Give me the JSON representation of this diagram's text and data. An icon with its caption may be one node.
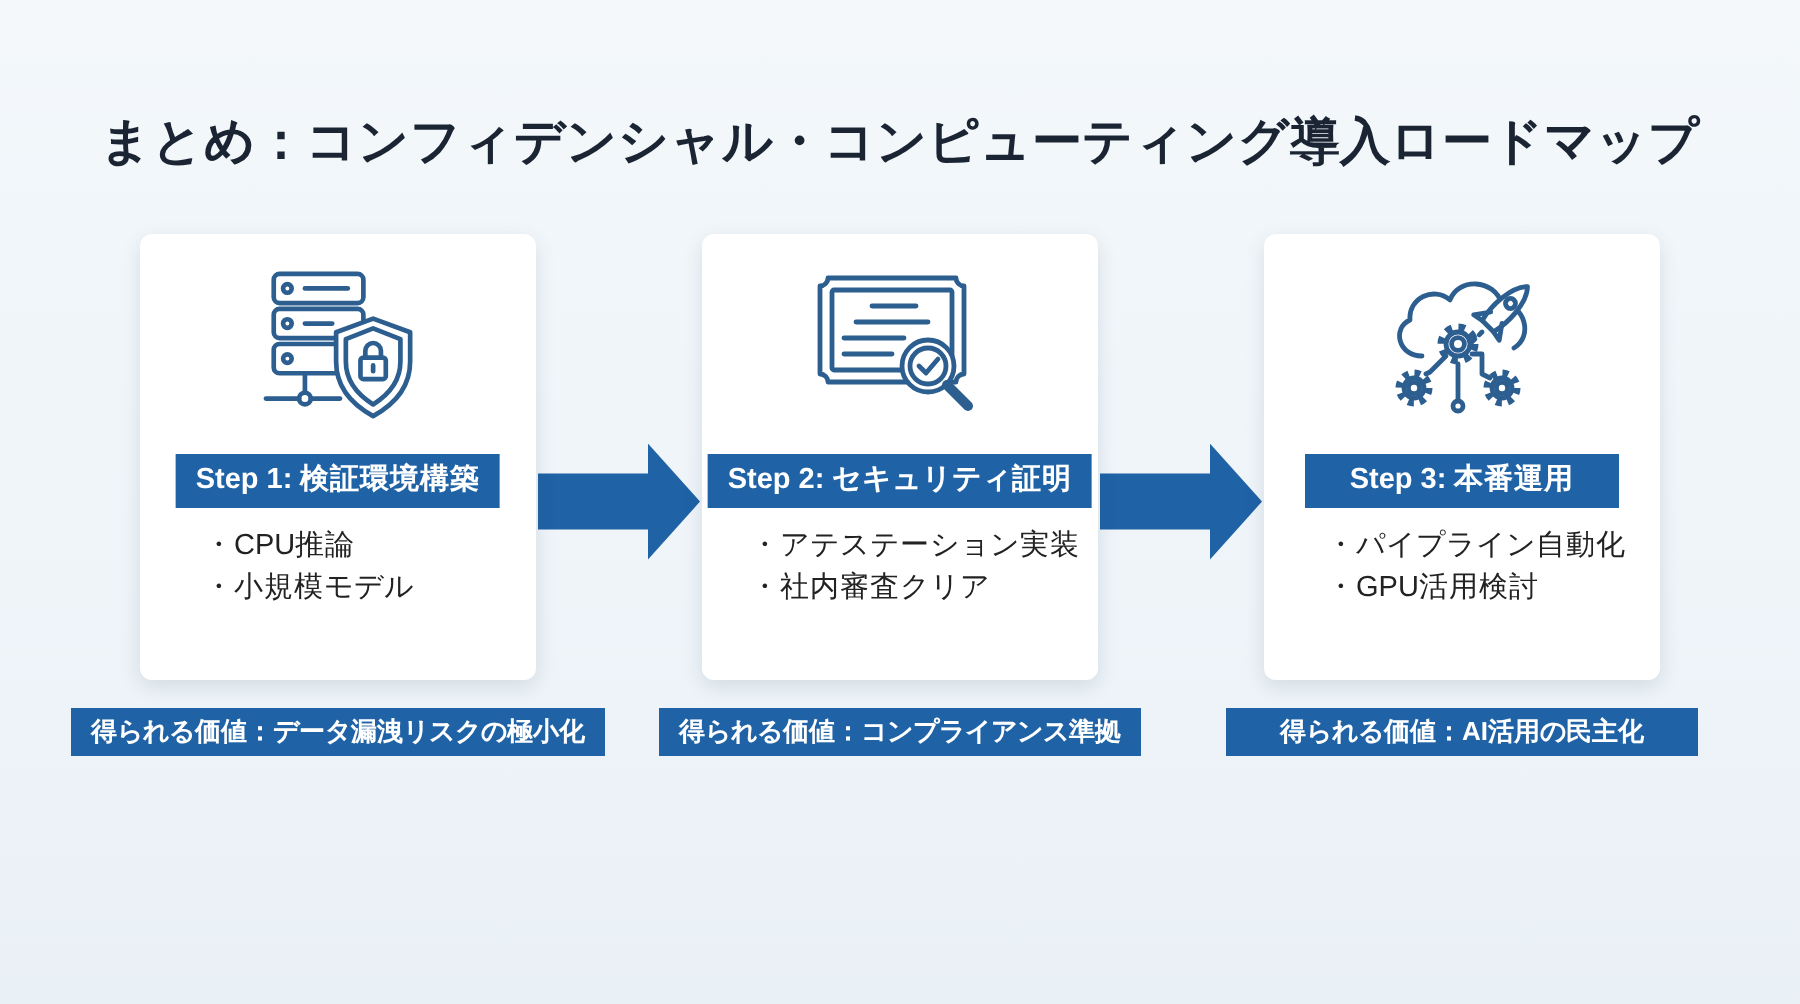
{
  "diagram": {
    "title": "まとめ：コンフィデンシャル・コンピューティング導入ロードマップ",
    "nodes": [
      {
        "text": [
          "・CPU推論",
          "・小規模モデル"
        ]
      },
      {
        "text": [
          "Step 1: 検証環境構築"
        ],
        "in": 0
      },
      {
        "text": [
          "・アテステーション実装",
          "・社内審査クリア"
        ]
      },
      {
        "text": [
          "Step 2: セキュリティ証明"
        ],
        "in": 2
      },
      {
        "text": [
          "・パイプライン自動化",
          "・GPU活用検討"
        ]
      },
      {
        "text": [
          "Step 3: 本番運用"
        ],
        "in": 4
      },
      {
        "text": [
          "得られる価値：データ漏洩リスクの極小化"
        ]
      },
      {
        "text": [
          "得られる価値：コンプライアンス準拠"
        ]
      },
      {
        "text": [
          "得られる価値：AI活用の民主化"
        ]
      }
    ],
    "edges": [
      {
        "from": 0,
        "to": 2,
        "arrow": "to"
      },
      {
        "from": 2,
        "to": 4,
        "arrow": "to"
      }
    ]
  }
}
